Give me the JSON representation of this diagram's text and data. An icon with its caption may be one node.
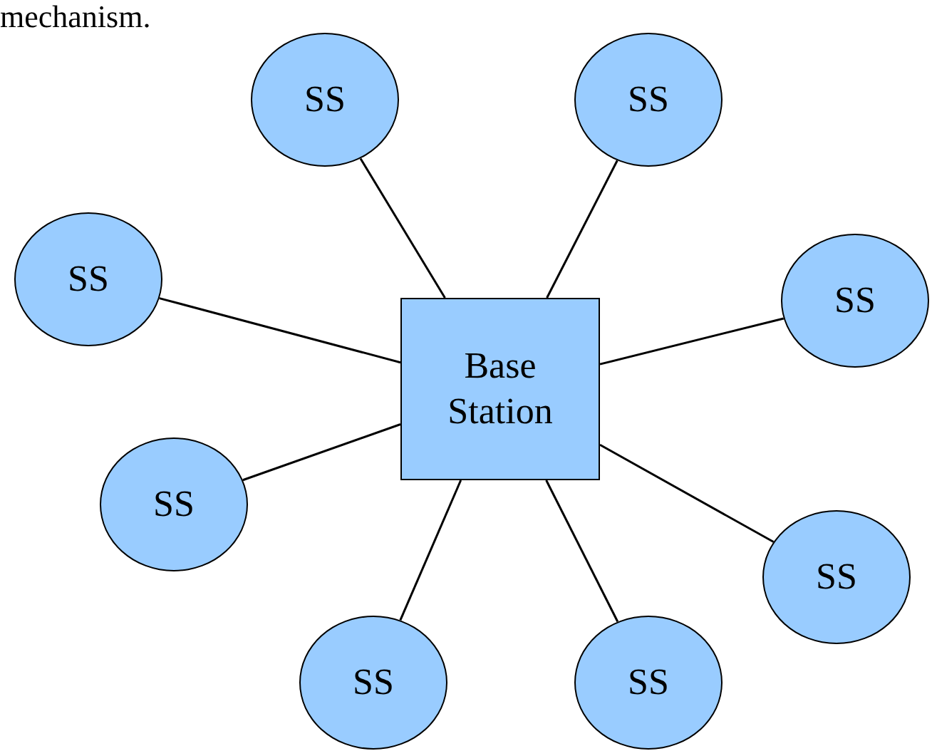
{
  "diagram": {
    "nodes": [
      {
        "text": [
          "SS"
        ]
      },
      {
        "text": [
          "SS"
        ]
      },
      {
        "text": [
          "SS"
        ]
      },
      {
        "text": [
          "SS"
        ]
      },
      {
        "text": [
          "Base Station"
        ]
      },
      {
        "text": [
          "SS"
        ]
      },
      {
        "text": [
          "SS"
        ]
      },
      {
        "text": [
          "SS"
        ]
      },
      {
        "text": [
          "SS"
        ]
      }
    ],
    "edges": [
      {
        "from": 4,
        "to": 0,
        "arrow": "none"
      },
      {
        "from": 4,
        "to": 1,
        "arrow": "none"
      },
      {
        "from": 4,
        "to": 2,
        "arrow": "none"
      },
      {
        "from": 4,
        "to": 3,
        "arrow": "none"
      },
      {
        "from": 4,
        "to": 5,
        "arrow": "none"
      },
      {
        "from": 4,
        "to": 6,
        "arrow": "none"
      },
      {
        "from": 4,
        "to": 7,
        "arrow": "none"
      },
      {
        "from": 4,
        "to": 8,
        "arrow": "none"
      }
    ],
    "labels": [
      "mechanism."
    ]
  }
}
